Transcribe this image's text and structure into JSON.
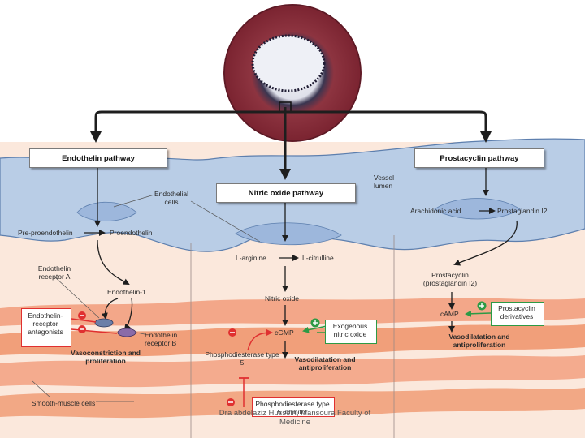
{
  "pathways": {
    "endothelin": "Endothelin pathway",
    "nitric_oxide": "Nitric oxide pathway",
    "prostacyclin": "Prostacyclin pathway"
  },
  "labels": {
    "vessel_lumen": "Vessel lumen",
    "endothelial_cells": "Endothelial cells",
    "pre_proendothelin": "Pre-proendothelin",
    "proendothelin": "Proendothelin",
    "endothelin_receptor_a": "Endothelin receptor A",
    "endothelin_1": "Endothelin-1",
    "endothelin_receptor_antagonists": "Endothelin-receptor antagonists",
    "endothelin_receptor_b": "Endothelin receptor B",
    "vasoconstriction": "Vasoconstriction and proliferation",
    "smooth_muscle_cells": "Smooth-muscle cells",
    "l_arginine": "L-arginine",
    "l_citrulline": "L-citrulline",
    "nitric_oxide": "Nitric oxide",
    "cgmp": "cGMP",
    "exogenous_no": "Exogenous nitric oxide",
    "pde5": "Phosphodiesterase type 5",
    "pde5_inhibitor": "Phosphodiesterase type 5 inhibitor",
    "vasodilatation_no": "Vasodilatation and antiproliferation",
    "arachidonic_acid": "Arachidonic acid",
    "prostaglandin_i2": "Prostaglandin I2",
    "prostacyclin": "Prostacyclin (prostaglandin I2)",
    "camp": "cAMP",
    "prostacyclin_derivatives": "Prostacyclin derivatives",
    "vasodilatation_pc": "Vasodilatation and antiproliferation"
  },
  "footer": "Dra abdelaziz Hussein, Mansoura Faculty of Medicine",
  "colors": {
    "endothelium": "#b9cde6",
    "endothelium_dark": "#5d7fae",
    "smooth_muscle": "#f2a080",
    "inhibit_red": "#e03030",
    "stimulate_green": "#2d9a45",
    "vessel_tissue": "#8a2e3a"
  }
}
